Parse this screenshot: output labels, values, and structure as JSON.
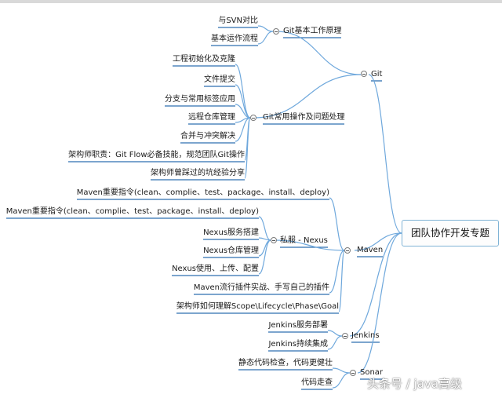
{
  "root": "团队协作开发专题",
  "git": {
    "label": "Git",
    "basic": {
      "label": "Git基本工作原理",
      "items": [
        "与SVN对比",
        "基本运作流程"
      ]
    },
    "ops": {
      "label": "Git常用操作及问题处理",
      "items": [
        "工程初始化及克隆",
        "文件提交",
        "分支与常用标签应用",
        "远程仓库管理",
        "合并与冲突解决",
        "架构师职责：Git Flow必备技能，规范团队Git操作",
        "架构师曾踩过的坑经验分享"
      ]
    }
  },
  "maven": {
    "label": "Maven",
    "directive": "Maven重要指令(clean、complie、test、package、install、deploy)",
    "nexus": {
      "label": "私服 - Nexus",
      "items": [
        "Maven重要指令(clean、complie、test、package、install、deploy)",
        "Nexus服务搭建",
        "Nexus仓库管理",
        "Nexus使用、上传、配置"
      ]
    },
    "plugin": "Maven流行插件实战、手写自己的插件",
    "scope": "架构师如何理解Scope\\Lifecycle\\Phase\\Goal"
  },
  "jenkins": {
    "label": "Jenkins",
    "items": [
      "Jenkins服务部署",
      "Jenkins持续集成"
    ]
  },
  "sonar": {
    "label": "Sonar",
    "items": [
      "静态代码检查，代码更健壮",
      "代码走查"
    ]
  },
  "watermark": "头条号 / java高级",
  "colors": {
    "branch": "#6fa8dc",
    "underline": "#2f6fb0",
    "root_border": "#7fb3d5"
  }
}
